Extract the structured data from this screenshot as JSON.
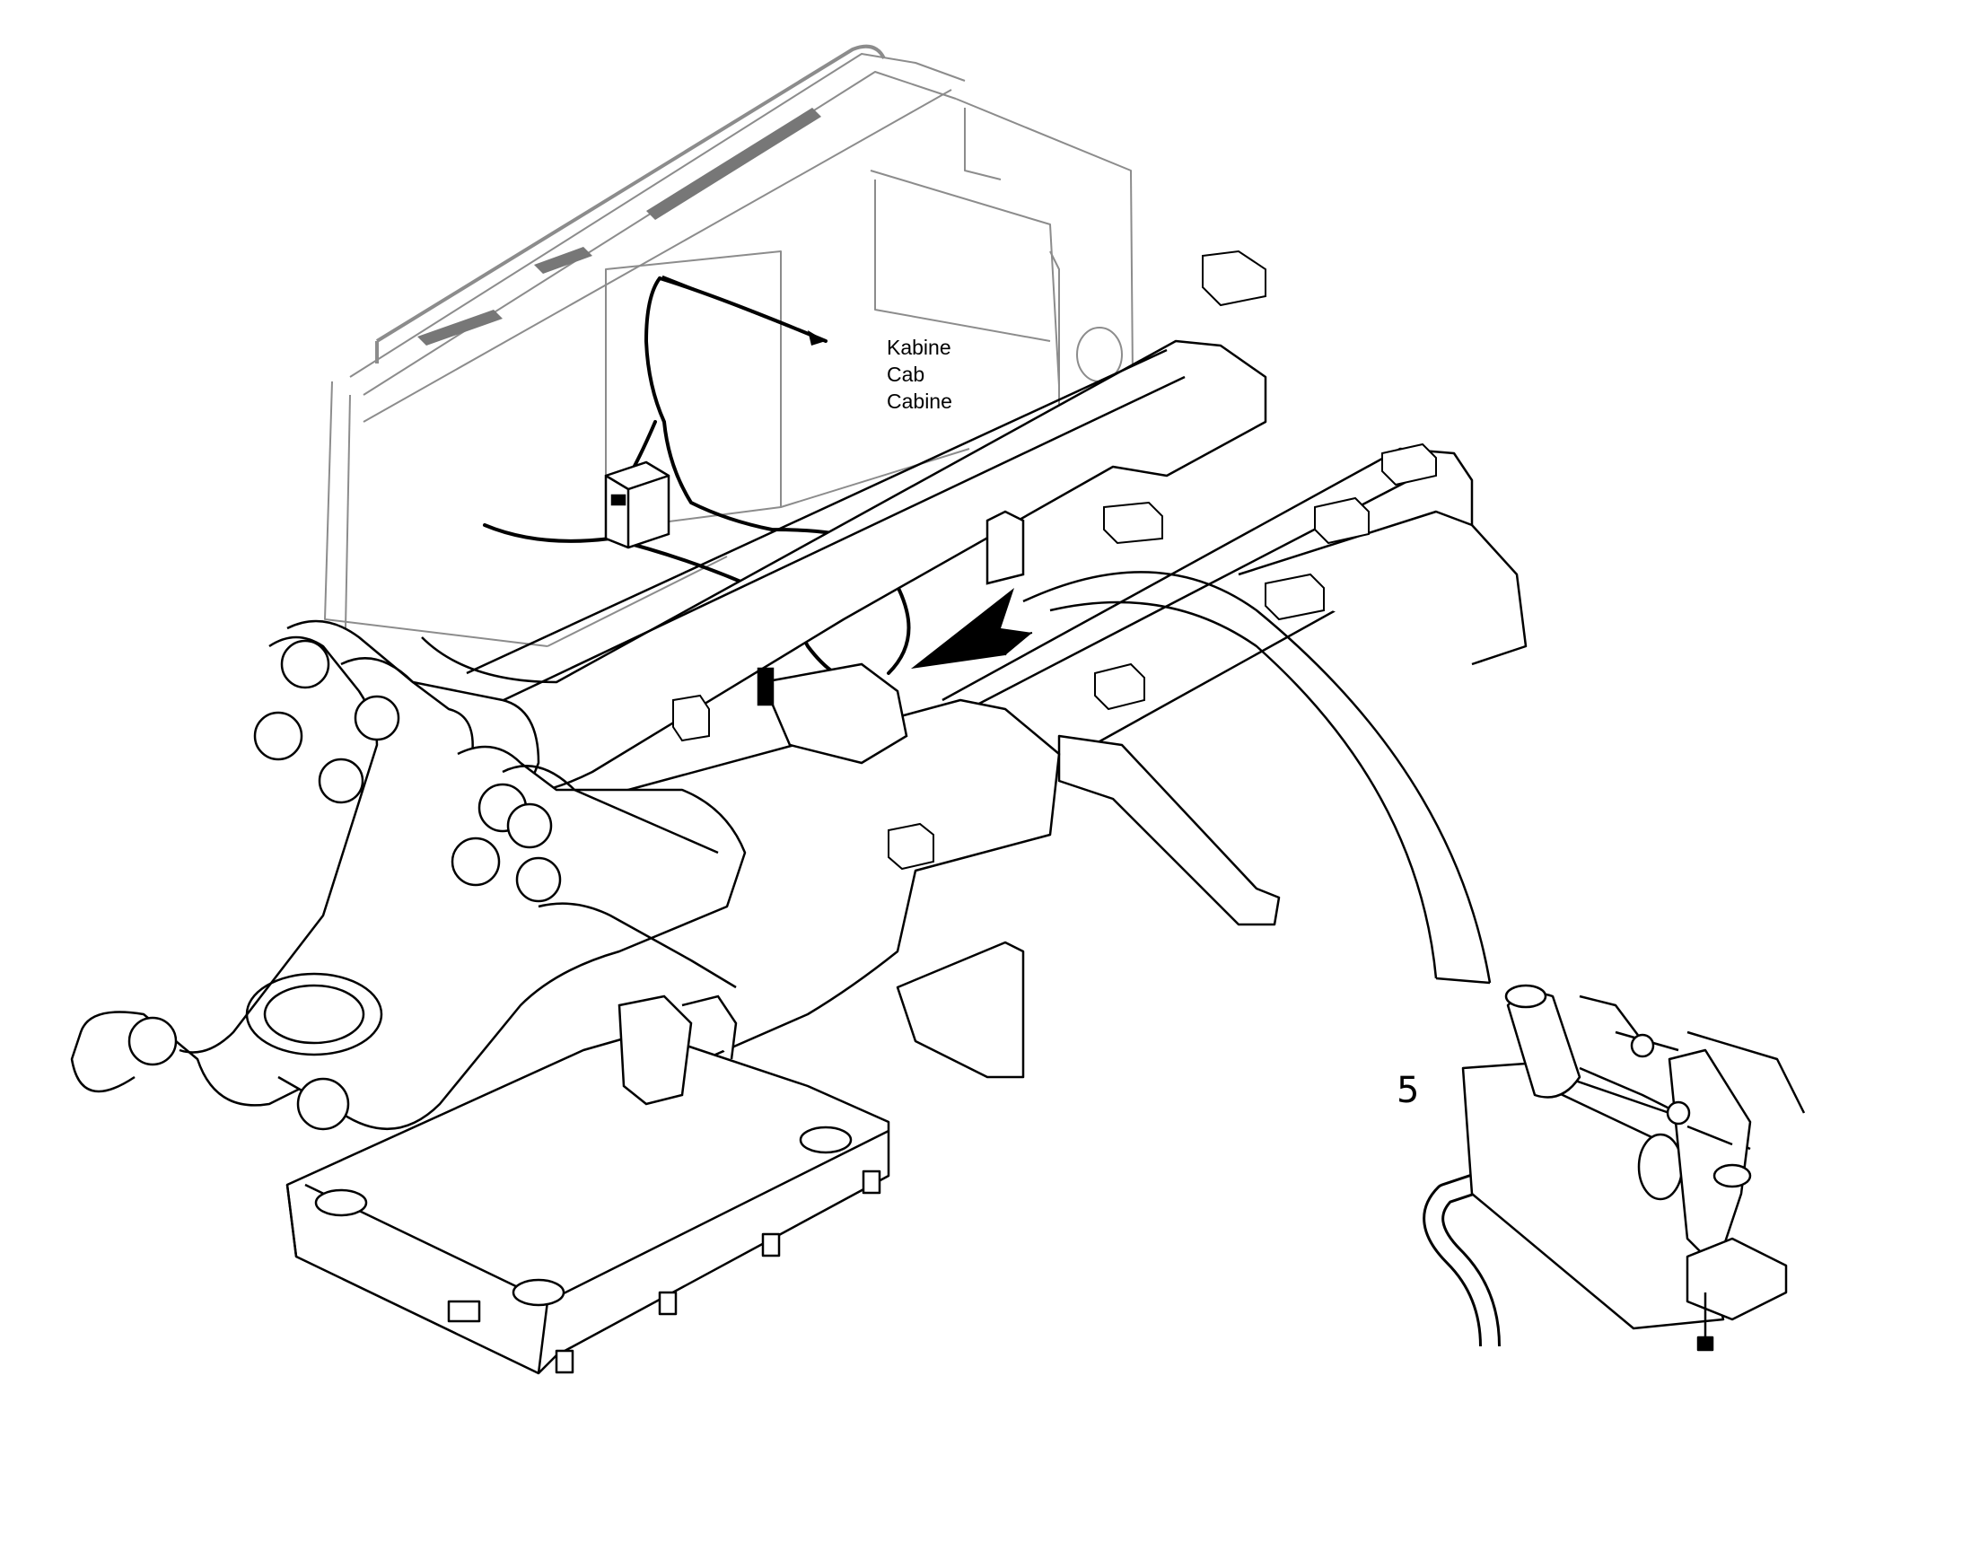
{
  "labels": {
    "cab_de": "Kabine",
    "cab_en": "Cab",
    "cab_fr": "Cabine",
    "callout": "5"
  },
  "colors": {
    "background": "#ffffff",
    "line": "#000000",
    "ghost_line": "#8c8c8c"
  }
}
